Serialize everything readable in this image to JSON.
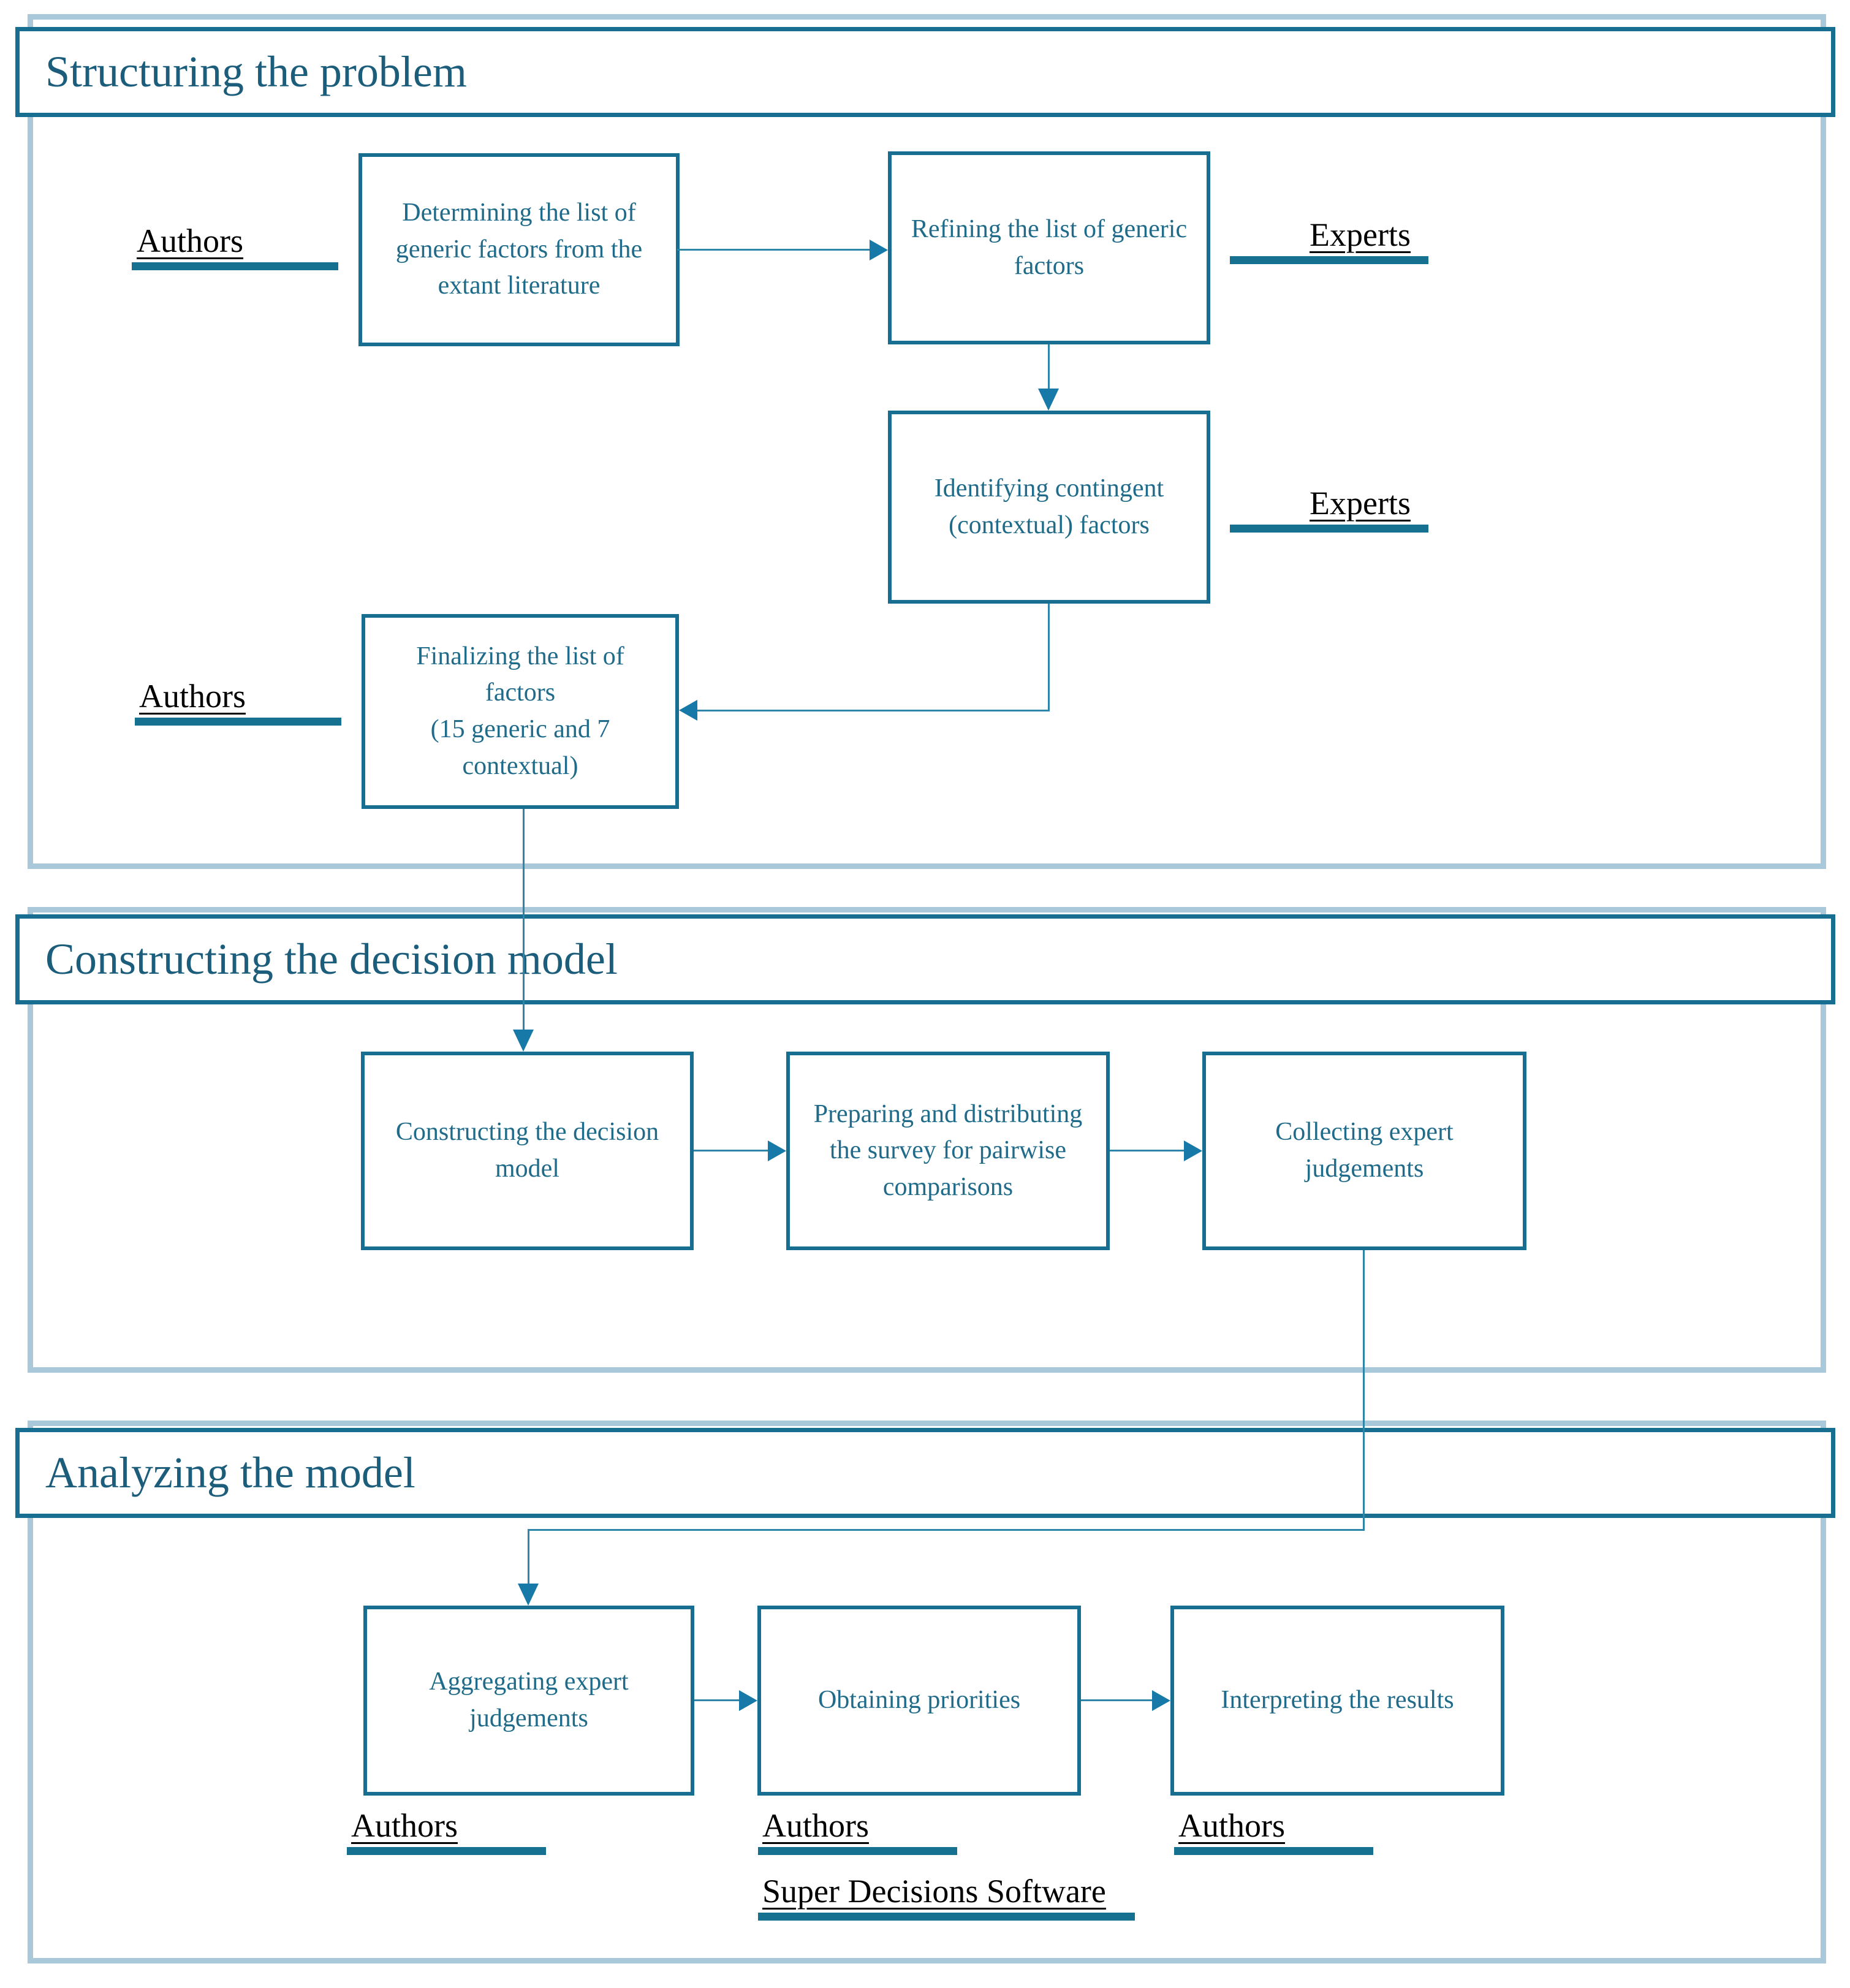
{
  "diagram": {
    "type": "flowchart",
    "phases": 3
  },
  "colors": {
    "box_border_teal": "#176e91",
    "box_text_teal": "#1f6b89",
    "section_title_teal": "#1b5d7a",
    "section_outline_light_blue": "#a9c9da",
    "connector_line": "#2e85a8",
    "arrowhead_fill": "#1779a8",
    "label_underline_bar": "#16708f",
    "label_text": "#000000",
    "background": "#ffffff"
  },
  "sections": [
    {
      "title": "Structuring the problem",
      "boxes": [
        {
          "text": "Determining the list of\ngeneric factors from the\nextant literature"
        },
        {
          "text": "Refining the list of generic\nfactors"
        },
        {
          "text": "Identifying contingent\n(contextual) factors"
        },
        {
          "text": "Finalizing the list of\nfactors\n(15 generic and 7\ncontextual)"
        }
      ],
      "labels": [
        {
          "text": "Authors"
        },
        {
          "text": "Experts"
        },
        {
          "text": "Experts"
        },
        {
          "text": "Authors"
        }
      ]
    },
    {
      "title": "Constructing the decision model",
      "boxes": [
        {
          "text": "Constructing the decision\nmodel"
        },
        {
          "text": "Preparing and distributing\nthe survey for pairwise\ncomparisons"
        },
        {
          "text": "Collecting expert\njudgements"
        }
      ],
      "labels": []
    },
    {
      "title": "Analyzing the model",
      "boxes": [
        {
          "text": "Aggregating expert\njudgements"
        },
        {
          "text": "Obtaining priorities"
        },
        {
          "text": "Interpreting the results"
        }
      ],
      "labels": [
        {
          "text": "Authors"
        },
        {
          "text": "Authors"
        },
        {
          "text": "Authors"
        },
        {
          "text": "Super Decisions Software"
        }
      ]
    }
  ],
  "connections": [
    {
      "from": "Determining the list of generic factors from the extant literature",
      "to": "Refining the list of generic factors"
    },
    {
      "from": "Refining the list of generic factors",
      "to": "Identifying contingent (contextual) factors"
    },
    {
      "from": "Identifying contingent (contextual) factors",
      "to": "Finalizing the list of factors (15 generic and 7 contextual)"
    },
    {
      "from": "Finalizing the list of factors (15 generic and 7 contextual)",
      "to": "Constructing the decision model"
    },
    {
      "from": "Constructing the decision model",
      "to": "Preparing and distributing the survey for pairwise comparisons"
    },
    {
      "from": "Preparing and distributing the survey for pairwise comparisons",
      "to": "Collecting expert judgements"
    },
    {
      "from": "Collecting expert judgements",
      "to": "Aggregating expert judgements"
    },
    {
      "from": "Aggregating expert judgements",
      "to": "Obtaining priorities"
    },
    {
      "from": "Obtaining priorities",
      "to": "Interpreting the results"
    }
  ]
}
